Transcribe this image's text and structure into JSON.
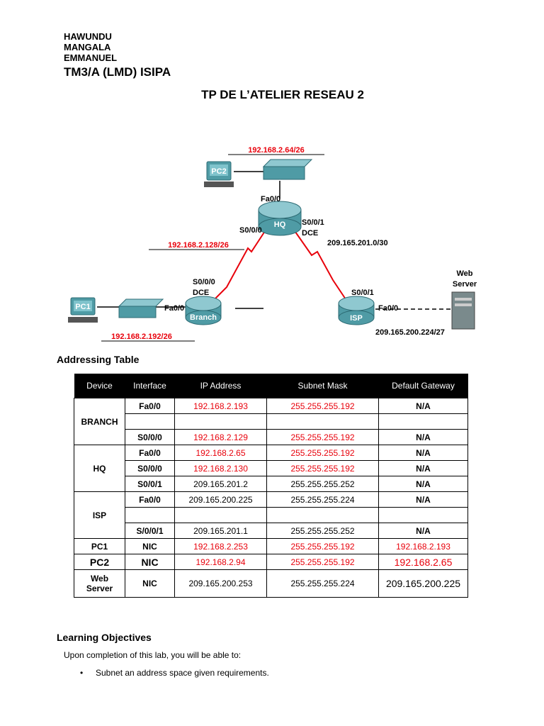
{
  "header": {
    "author_lines": [
      "HAWUNDU",
      "MANGALA",
      "EMMANUEL"
    ],
    "course": "TM3/A (LMD) ISIPA",
    "title": "TP DE L’ATELIER RESEAU 2"
  },
  "topology": {
    "subnet_pc2": "192.168.2.64/26",
    "subnet_wan_branch": "192.168.2.128/26",
    "subnet_pc1": "192.168.2.192/26",
    "subnet_wan_isp": "209.165.201.0/30",
    "subnet_web": "209.165.200.224/27",
    "pc2_label": "PC2",
    "pc1_label": "PC1",
    "hq_label": "HQ",
    "branch_label": "Branch",
    "isp_label": "ISP",
    "hq_fa": "Fa0/0",
    "hq_s000": "S0/0/0",
    "hq_s001": "S0/0/1",
    "hq_dce": "DCE",
    "branch_s000": "S0/0/0",
    "branch_dce": "DCE",
    "branch_fa": "Fa0/0",
    "isp_s001": "S0/0/1",
    "isp_fa": "Fa0/0",
    "web_server_line1": "Web",
    "web_server_line2": "Server",
    "colors": {
      "red": "#e8000b",
      "device": "#4f9ba5"
    }
  },
  "addressing": {
    "title": "Addressing Table",
    "headers": [
      "Device",
      "Interface",
      "IP Address",
      "Subnet Mask",
      "Default Gateway"
    ],
    "rows": {
      "branch_fa": {
        "device": "BRANCH",
        "iface": "Fa0/0",
        "ip": "192.168.2.193",
        "mask": "255.255.255.192",
        "gw": "N/A"
      },
      "branch_s0": {
        "iface": "S0/0/0",
        "ip": "192.168.2.129",
        "mask": "255.255.255.192",
        "gw": "N/A"
      },
      "hq_fa": {
        "device": "HQ",
        "iface": "Fa0/0",
        "ip": "192.168.2.65",
        "mask": "255.255.255.192",
        "gw": "N/A"
      },
      "hq_s0": {
        "iface": "S0/0/0",
        "ip": "192.168.2.130",
        "mask": "255.255.255.192",
        "gw": "N/A"
      },
      "hq_s1": {
        "iface": "S0/0/1",
        "ip": "209.165.201.2",
        "mask": "255.255.255.252",
        "gw": "N/A"
      },
      "isp_fa": {
        "device": "ISP",
        "iface": "Fa0/0",
        "ip": "209.165.200.225",
        "mask": "255.255.255.224",
        "gw": "N/A"
      },
      "isp_s1": {
        "iface": "S/0/0/1",
        "ip": "209.165.201.1",
        "mask": "255.255.255.252",
        "gw": "N/A"
      },
      "pc1": {
        "device": "PC1",
        "iface": "NIC",
        "ip": "192.168.2.253",
        "mask": "255.255.255.192",
        "gw": "192.168.2.193"
      },
      "pc2": {
        "device": "PC2",
        "iface": "NIC",
        "ip": "192.168.2.94",
        "mask": "255.255.255.192",
        "gw": "192.168.2.65"
      },
      "web": {
        "device_line1": "Web",
        "device_line2": "Server",
        "iface": "NIC",
        "ip": "209.165.200.253",
        "mask": "255.255.255.224",
        "gw": "209.165.200.225"
      }
    }
  },
  "objectives": {
    "title": "Learning Objectives",
    "intro": "Upon completion of this lab, you will be able to:",
    "bullet_symbol": "•",
    "items": [
      "Subnet an address space given requirements."
    ]
  }
}
